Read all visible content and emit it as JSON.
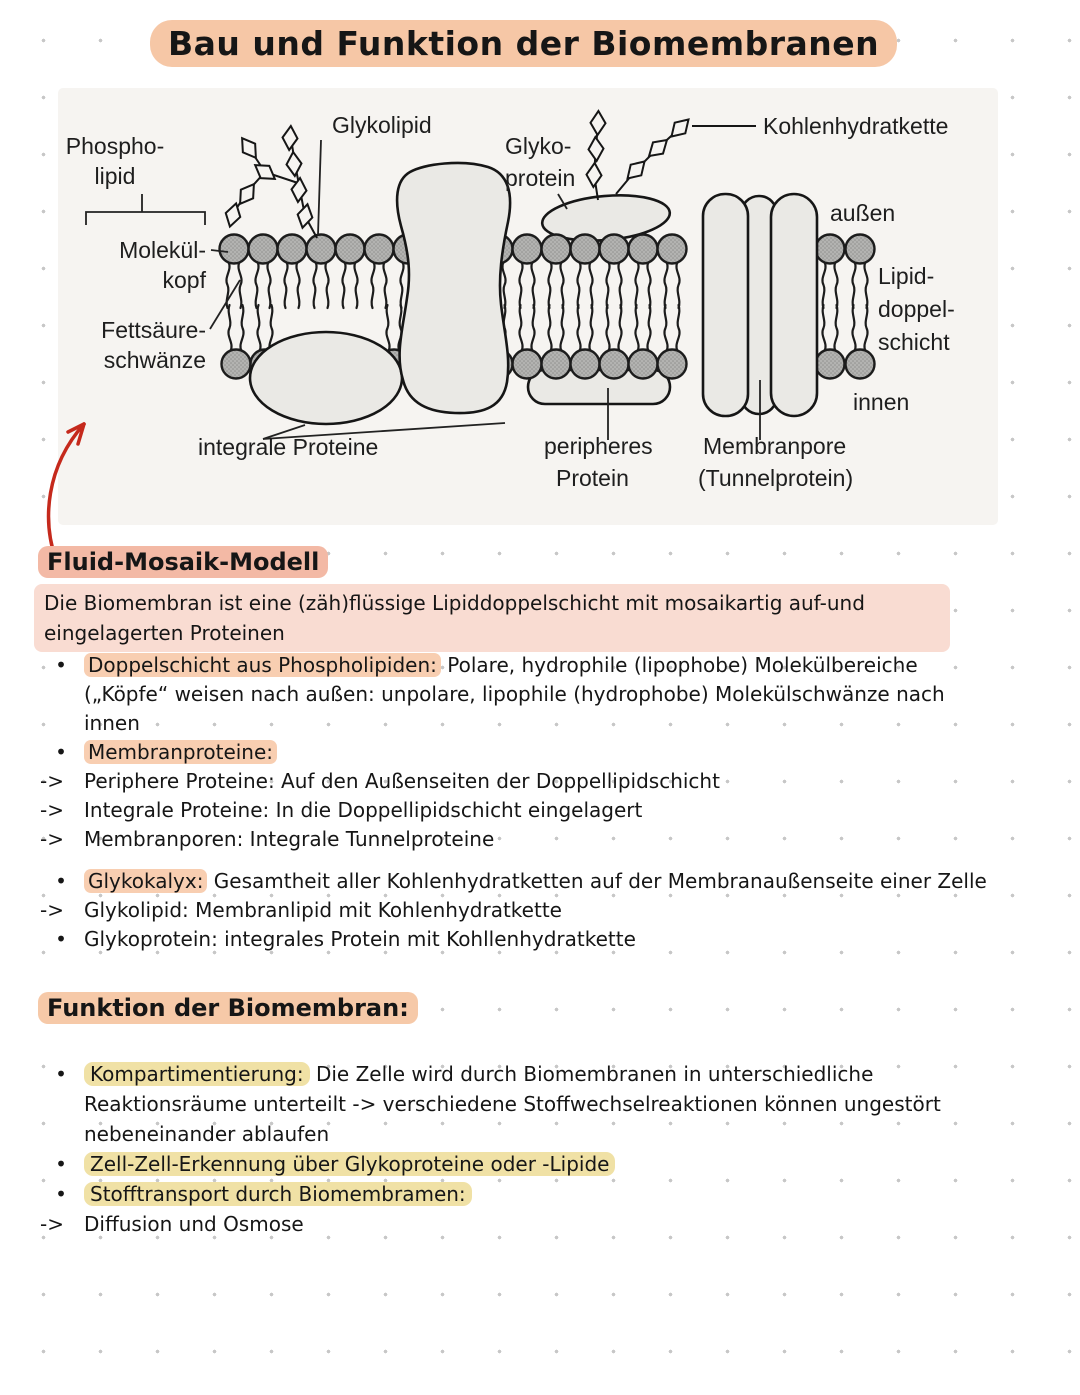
{
  "title": "Bau und Funktion der Biomembranen",
  "colors": {
    "highlight_peach": "#f6c7a6",
    "highlight_salmon": "#f3b9a5",
    "highlight_pink_block": "#f9dcd2",
    "highlight_term_peach": "#f8ceb1",
    "highlight_yellow": "#f0e1a5",
    "arrow_red": "#c5291c",
    "diagram_background": "#f6f4f1"
  },
  "diagram": {
    "labels": {
      "glykolipid": "Glykolipid",
      "phospho1": "Phospho-",
      "phospho2": "lipid",
      "kopf1": "Molekül-",
      "kopf2": "kopf",
      "fett1": "Fettsäure-",
      "fett2": "schwänze",
      "glyko1": "Glyko-",
      "glyko2": "protein",
      "kette": "Kohlenhydratkette",
      "aussen": "außen",
      "lipid1": "Lipid-",
      "lipid2": "doppel-",
      "lipid3": "schicht",
      "innen": "innen",
      "integrale": "integrale Proteine",
      "peri1": "peripheres",
      "peri2": "Protein",
      "pore1": "Membranpore",
      "pore2": "(Tunnelprotein)"
    }
  },
  "fluid": {
    "heading": "Fluid-Mosaik-Modell",
    "intro1": "Die Biomembran ist eine (zäh)flüssige Lipiddoppelschicht mit mosaikartig auf-und",
    "intro2": "eingelagerten Proteinen",
    "items": [
      {
        "marker": "•",
        "term": "Doppelschicht aus Phospholipiden:",
        "rest": " Polare, hydrophile (lipophobe) Molekülbereiche"
      },
      {
        "marker": "",
        "term": "",
        "rest": "(„Köpfe“ weisen nach außen: unpolare, lipophile (hydrophobe) Molekülschwänze nach"
      },
      {
        "marker": "",
        "term": "",
        "rest": "innen"
      },
      {
        "marker": "•",
        "term": "Membranproteine:",
        "rest": ""
      },
      {
        "marker": "->",
        "term": "",
        "rest": "Periphere Proteine: Auf den Außenseiten der Doppellipidschicht"
      },
      {
        "marker": "->",
        "term": "",
        "rest": "Integrale Proteine: In die Doppellipidschicht eingelagert"
      },
      {
        "marker": "->",
        "term": "",
        "rest": "Membranporen: Integrale Tunnelproteine"
      },
      {
        "marker": "•",
        "term": "Glykokalyx:",
        "rest": " Gesamtheit aller Kohlenhydratketten auf der Membranaußenseite einer Zelle"
      },
      {
        "marker": "->",
        "term": "",
        "rest": "Glykolipid: Membranlipid mit Kohlenhydratkette"
      },
      {
        "marker": "•",
        "term": "",
        "rest": "Glykoprotein: integrales Protein mit Kohllenhydratkette"
      }
    ]
  },
  "funktion": {
    "heading": "Funktion der Biomembran:",
    "items": [
      {
        "marker": "•",
        "term": "Kompartimentierung:",
        "rest": " Die Zelle wird durch Biomembranen in unterschiedliche"
      },
      {
        "marker": "",
        "term": "",
        "rest": "Reaktionsräume unterteilt -> verschiedene Stoffwechselreaktionen können ungestört"
      },
      {
        "marker": "",
        "term": "",
        "rest": "nebeneinander ablaufen"
      },
      {
        "marker": "•",
        "term": "Zell-Zell-Erkennung über Glykoproteine oder -Lipide",
        "rest": ""
      },
      {
        "marker": "•",
        "term": "Stofftransport durch Biomembramen:",
        "rest": ""
      },
      {
        "marker": "->",
        "term": "",
        "rest": "Diffusion und Osmose"
      }
    ]
  }
}
